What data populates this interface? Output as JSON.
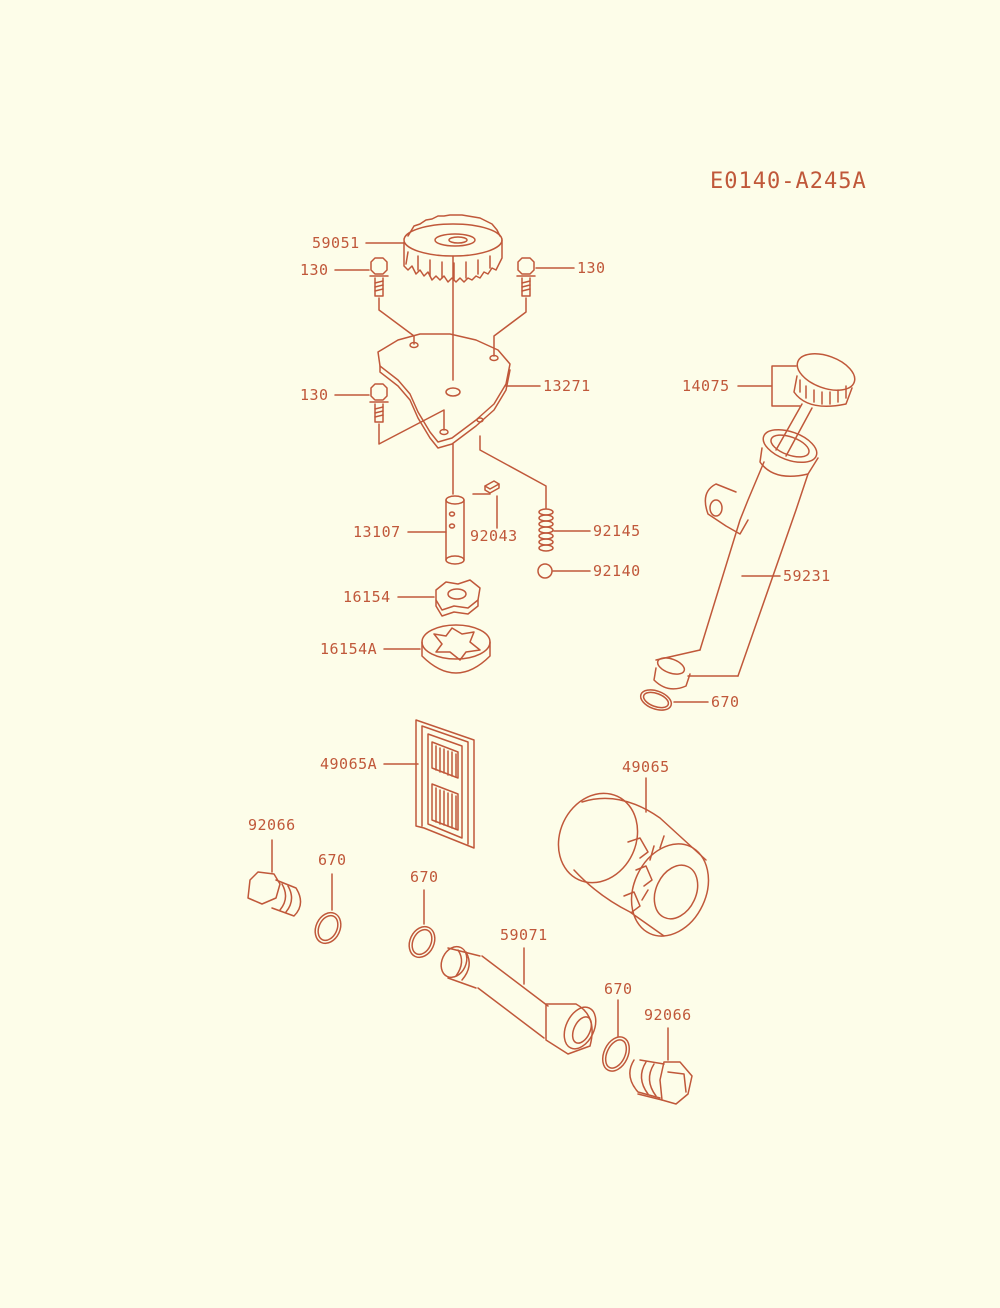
{
  "diagram": {
    "code": "E0140-A245A",
    "colors": {
      "ink": "#c0583a",
      "background": "#fdfde9"
    },
    "labels": {
      "gear": "59051",
      "bolt_top_left": "130",
      "bolt_top_right": "130",
      "bolt_mid_left": "130",
      "pump_cover": "13271",
      "shaft": "13107",
      "pin": "92043",
      "spring": "92145",
      "ball": "92140",
      "inner_rotor": "16154",
      "outer_rotor": "16154A",
      "dipstick_cap": "14075",
      "dipstick_tube": "59231",
      "oring_tube": "670",
      "strainer": "49065A",
      "oil_filter": "49065",
      "plug_left": "92066",
      "oring_left": "670",
      "oring_mid": "670",
      "pipe": "59071",
      "oring_right": "670",
      "plug_right": "92066"
    }
  }
}
